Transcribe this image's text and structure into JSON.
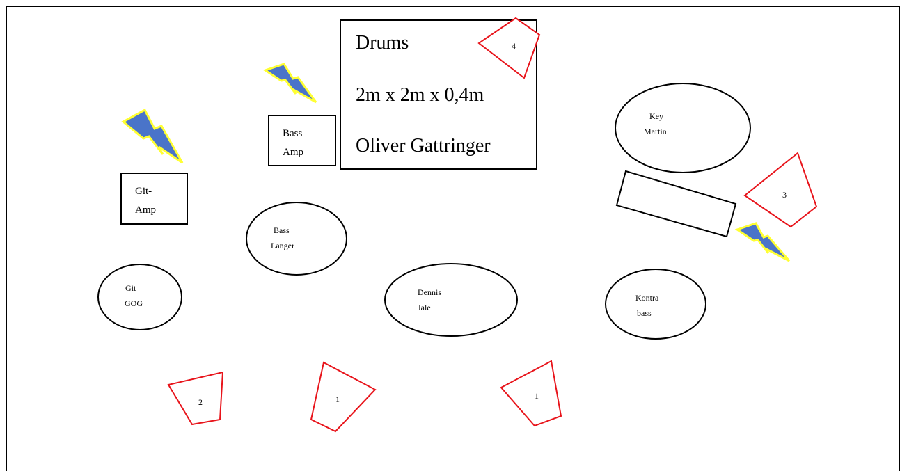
{
  "drums": {
    "title": "Drums",
    "size": "2m x 2m x 0,4m",
    "player": "Oliver Gattringer"
  },
  "amps": {
    "bass_amp": [
      "Bass",
      "Amp"
    ],
    "git_amp": [
      "Git-",
      "Amp"
    ]
  },
  "musicians": {
    "key": [
      "Key",
      "Martin"
    ],
    "bass": [
      "Bass",
      "Langer"
    ],
    "git": [
      "Git",
      "GOG"
    ],
    "dennis": [
      "Dennis",
      "Jale"
    ],
    "kontrabass": [
      "Kontra",
      "bass"
    ]
  },
  "monitors": {
    "m4": "4",
    "m3": "3",
    "m2": "2",
    "m1a": "1",
    "m1b": "1"
  },
  "colors": {
    "monitor_outline": "#e8141b",
    "bolt_fill": "#4a74c9",
    "bolt_outline": "#ffff33"
  },
  "icons": [
    "power-bolt-icon",
    "monitor-wedge-icon"
  ]
}
